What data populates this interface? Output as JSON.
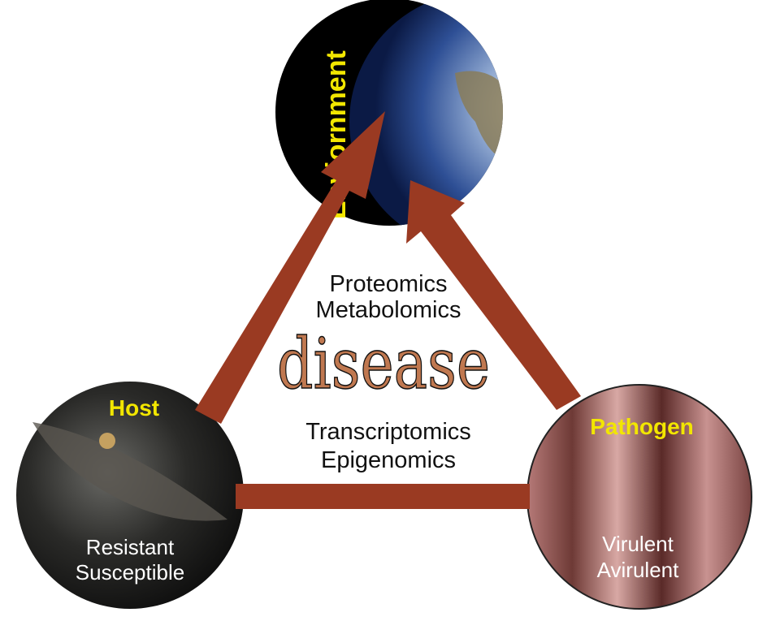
{
  "nodes": {
    "environment": {
      "title": "Enviornment"
    },
    "host": {
      "title": "Host",
      "states": [
        "Resistant",
        "Susceptible"
      ]
    },
    "pathogen": {
      "title": "Pathogen",
      "states": [
        "Virulent",
        "Avirulent"
      ]
    }
  },
  "center": {
    "top_lines": [
      "Proteomics",
      "Metabolomics"
    ],
    "word": "disease",
    "bottom_lines": [
      "Transcriptomics",
      "Epigenomics"
    ]
  },
  "colors": {
    "arrow": "#9a3a22",
    "label_yellow": "#f2e600",
    "disease_fill": "#c07850"
  }
}
